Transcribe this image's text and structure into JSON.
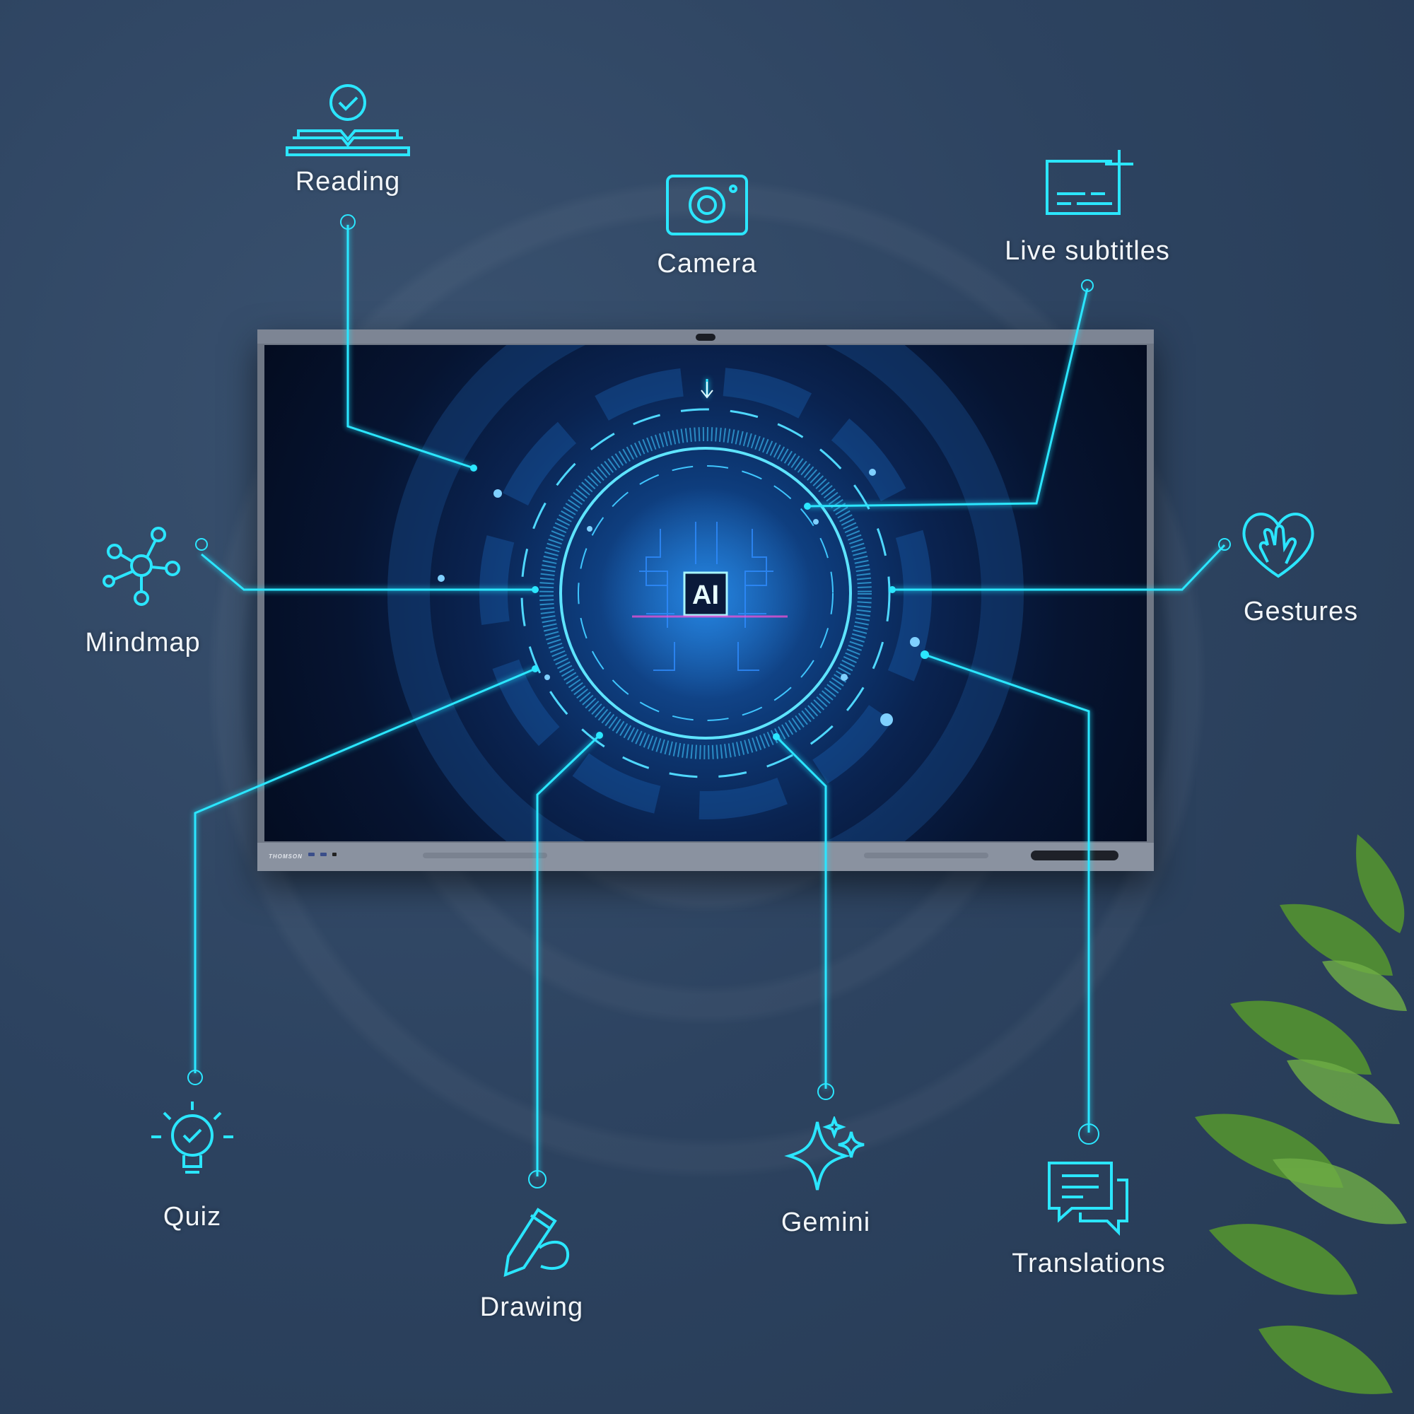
{
  "features": {
    "reading": {
      "label": "Reading",
      "icon": "book-check-icon"
    },
    "camera": {
      "label": "Camera",
      "icon": "camera-icon"
    },
    "live_subtitles": {
      "label": "Live subtitles",
      "icon": "subtitles-icon"
    },
    "mindmap": {
      "label": "Mindmap",
      "icon": "mindmap-icon"
    },
    "gestures": {
      "label": "Gestures",
      "icon": "heart-hand-icon"
    },
    "quiz": {
      "label": "Quiz",
      "icon": "lightbulb-check-icon"
    },
    "drawing": {
      "label": "Drawing",
      "icon": "pencil-hand-icon"
    },
    "gemini": {
      "label": "Gemini",
      "icon": "sparkle-icon"
    },
    "translations": {
      "label": "Translations",
      "icon": "chat-bubbles-icon"
    }
  },
  "display": {
    "brand": "THOMSON",
    "center_badge": "AI"
  },
  "colors": {
    "accent": "#1fe3ff",
    "wall": "#2f4560",
    "screen": "#0a2350"
  }
}
